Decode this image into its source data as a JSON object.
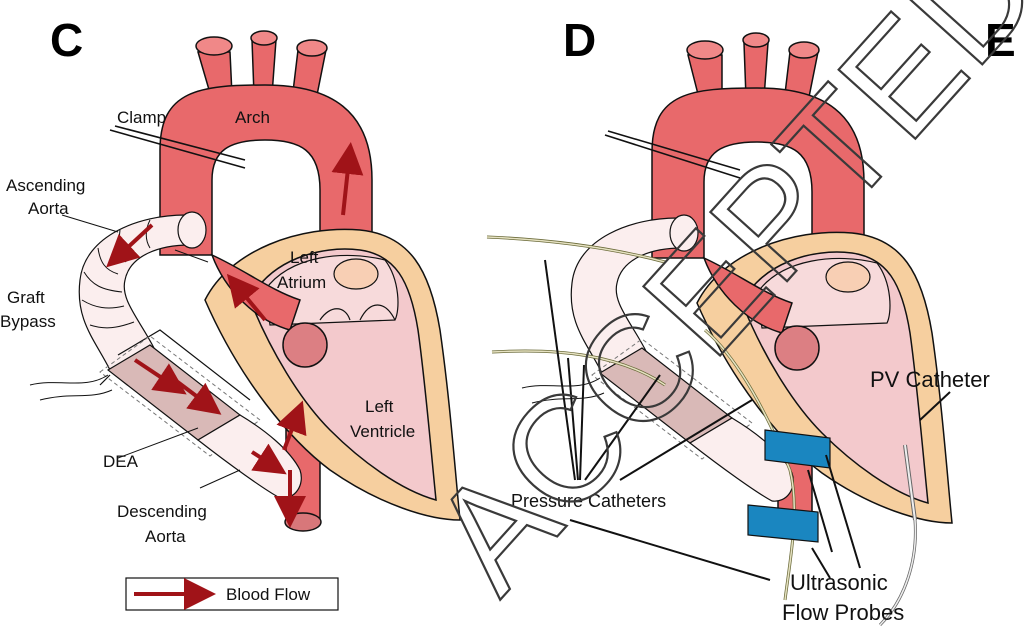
{
  "panels": {
    "c": "C",
    "d": "D",
    "e": "E"
  },
  "labels_c": {
    "clamp": "Clamp",
    "arch": "Arch",
    "ascending_1": "Ascending",
    "ascending_2": "Aorta",
    "graft_1": "Graft",
    "graft_2": "Bypass",
    "left_atrium_1": "Left",
    "left_atrium_2": "Atrium",
    "left_ventricle_1": "Left",
    "left_ventricle_2": "Ventricle",
    "dea": "DEA",
    "descending_1": "Descending",
    "descending_2": "Aorta"
  },
  "legend": {
    "blood_flow": "Blood Flow"
  },
  "labels_d": {
    "pressure_catheters": "Pressure Catheters",
    "pv_catheter": "PV Catheter",
    "ultrasonic_1": "Ultrasonic",
    "ultrasonic_2": "Flow Probes"
  },
  "watermark": "ACCEPTED M",
  "colors": {
    "aorta": "#e8696b",
    "aorta_dark": "#c84a4e",
    "graft": "#fbeeee",
    "heart_outer": "#f6cf9f",
    "heart_inner": "#f3c9cc",
    "atrium": "#f7dadb",
    "flow_arrow": "#a01318",
    "probe": "#1a86c0",
    "dea_box": "#d9b9b7"
  }
}
